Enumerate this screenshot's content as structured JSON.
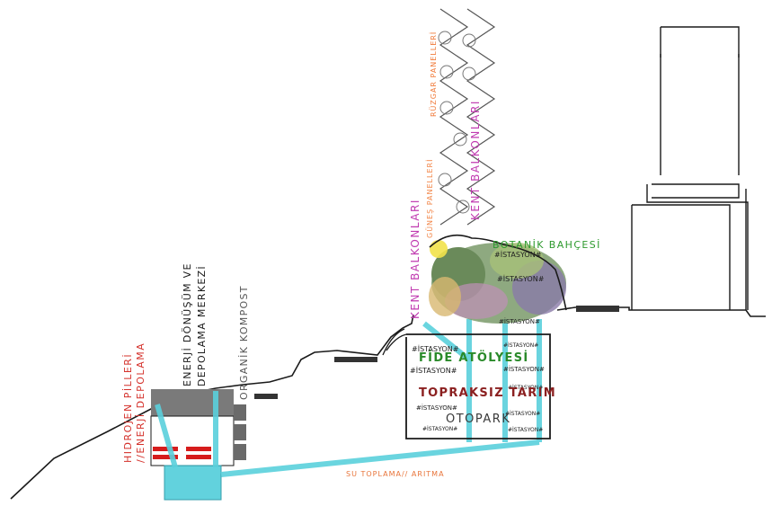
{
  "labels": {
    "hydrogen": "HIDROJEN PİLLERİ",
    "storage": "//ENERJİ DEPOLAMA",
    "energy_center_1": "ENERJİ DÖNÜŞÜM VE",
    "energy_center_2": "DEPOLAMA MERKEZİ",
    "compost": "ORGANİK KOMPOST",
    "city_balconies_left": "KENT BALKONLARI",
    "city_balconies_right": "KENT BALKONLARI",
    "solar_panels": "GÜNEŞ PANELLERİ",
    "wind_panels": "RÜZGAR PANELLERİ",
    "botanical_garden": "BOTANİK BAHÇESİ",
    "seedling_workshop": "FİDE ATÖLYESİ",
    "soilless_farming": "TOPRAKSIZ TARIM",
    "parking": "OTOPARK",
    "water_collection": "SU TOPLAMA// ARITMA",
    "station": "#İSTASYON#"
  },
  "colors": {
    "outline": "#1a1a1a",
    "water_pipe": "#5ad0dc",
    "battery_red": "#d61c1c",
    "hydrogen_text": "#d4302a",
    "energy_text": "#1a1a1a",
    "compost_text": "#555555",
    "balcony_text": "#c03ab0",
    "solar_text": "#f2874a",
    "wind_text": "#f07a3a",
    "botanic_text": "#2e9a2e",
    "fide_text": "#2a8a2a",
    "tarim_text": "#8b2020",
    "otopark_text": "#3a3a3a",
    "water_text": "#e8743a"
  }
}
